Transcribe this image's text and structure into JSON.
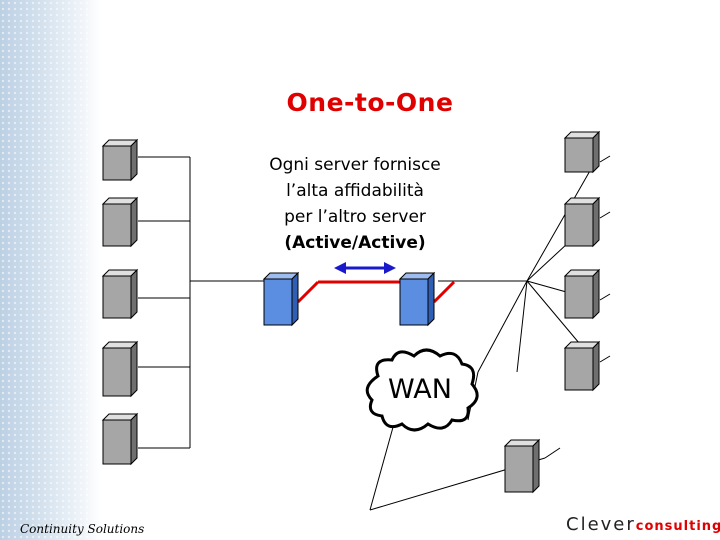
{
  "slide": {
    "title": "One-to-One",
    "description_lines": [
      "Ogni server fornisce",
      "l’alta affidabilità",
      "per l’altro server",
      "(Active/Active)"
    ],
    "wan_label": "WAN"
  },
  "footer": {
    "left_text": "Continuity Solutions",
    "logo_main": "Clever",
    "logo_accent": "consulting"
  },
  "colors": {
    "title": "#e00000",
    "server_blue": "#5b8ee0",
    "client_gray": "#a6a6a6",
    "link_red": "#e00000",
    "arrow_blue": "#1a1acc"
  }
}
